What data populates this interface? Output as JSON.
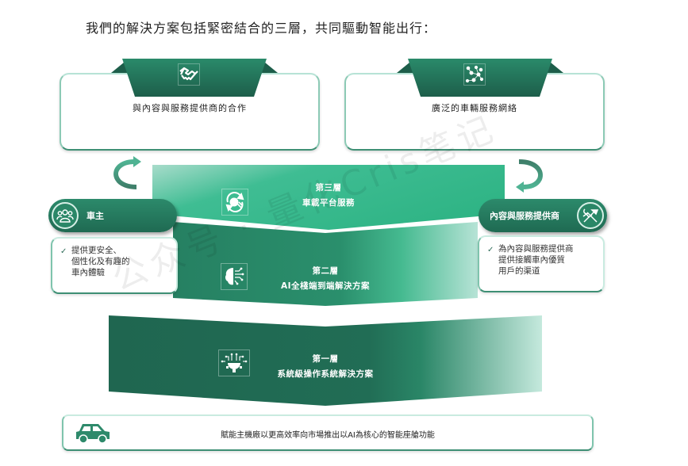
{
  "intro_text": "我們的解決方案包括緊密結合的三層，共同驅動智能出行：",
  "top_cards": [
    {
      "label": "與內容與服務提供商的合作",
      "icon": "handshake-icon"
    },
    {
      "label": "廣泛的車輛服務網絡",
      "icon": "network-people-icon"
    }
  ],
  "layers": [
    {
      "tier": "第三層",
      "title": "車載平台服務",
      "icon": "gear-refresh-icon"
    },
    {
      "tier": "第二層",
      "title": "AI全棧端到端解決方案",
      "icon": "ai-brain-icon"
    },
    {
      "tier": "第一層",
      "title": "系統級操作系統解決方案",
      "icon": "circuit-gear-icon"
    }
  ],
  "left_panel": {
    "title": "車主",
    "icon": "people-group-icon",
    "bullet_lines": [
      "提供更安全、",
      "個性化及有趣的",
      "車內體驗"
    ]
  },
  "right_panel": {
    "title": "內容與服務提供商",
    "icon": "tools-icon",
    "bullet_lines": [
      "為內容與服務提供商",
      "提供接觸車內優質",
      "用戶的渠道"
    ]
  },
  "bottom_bar": {
    "text": "賦能主機廠以更高效率向市場推出以AI為核心的智能座艙功能",
    "icon": "car-icon"
  },
  "colors": {
    "dark_green": "#1f6650",
    "mid_green": "#2a8767",
    "light_green": "#3dbb8f",
    "pale_green": "#c5e9dd"
  },
  "watermark": "公众号 · 量化Cris笔记"
}
